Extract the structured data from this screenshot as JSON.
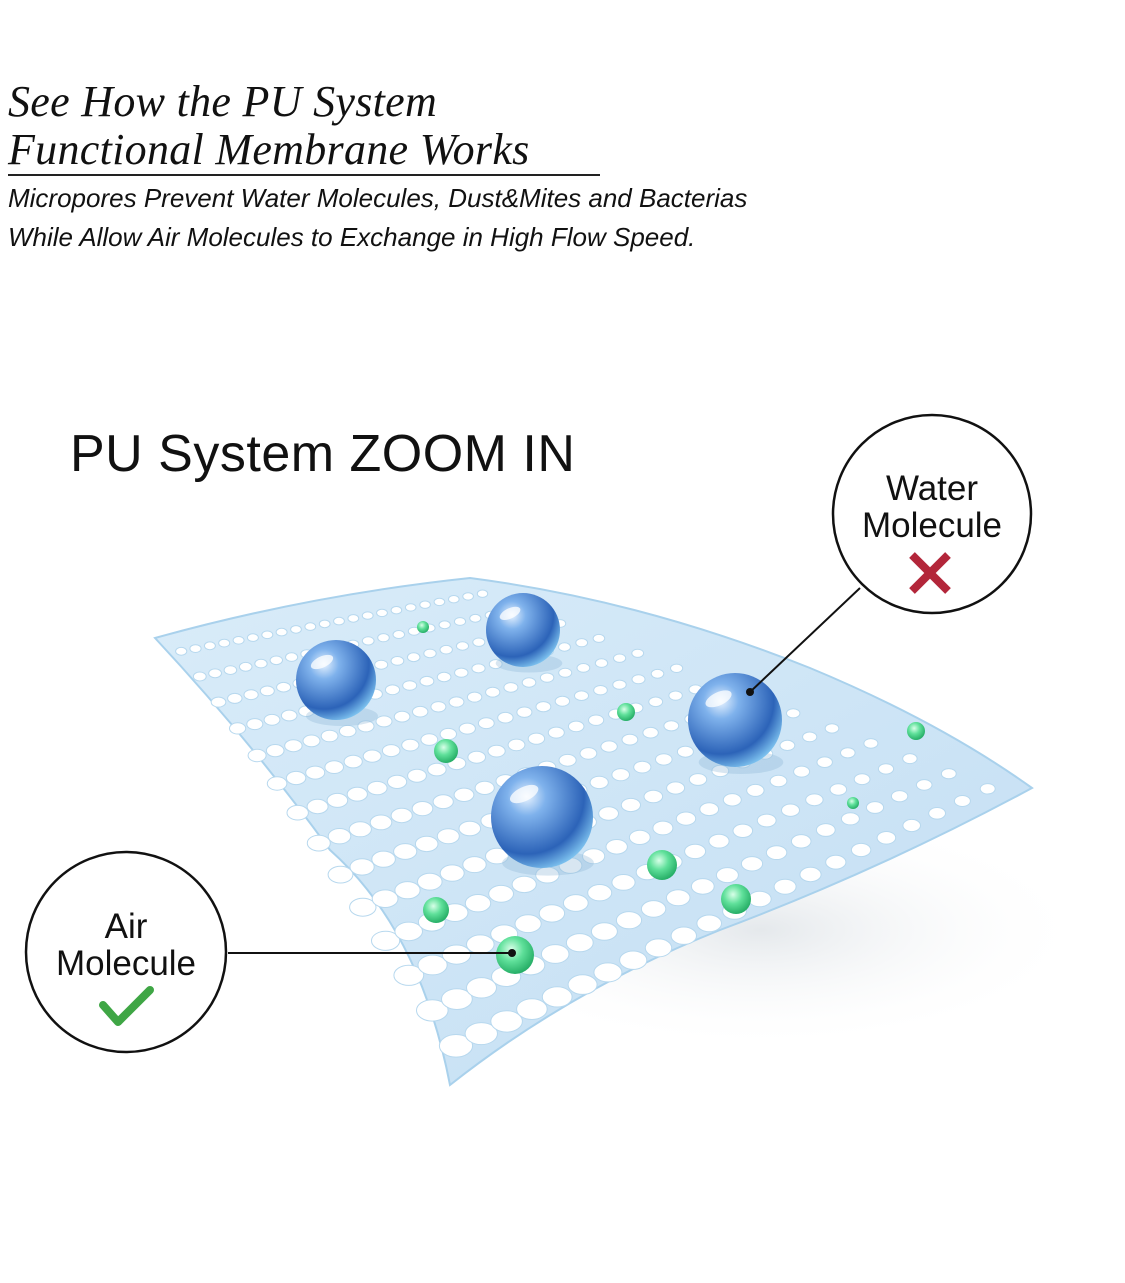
{
  "header": {
    "title_line1": "See How the PU System",
    "title_line2": "Functional Membrane Works",
    "subtitle_line1": "Micropores Prevent Water Molecules, Dust&Mites and Bacterias",
    "subtitle_line2": "While Allow Air Molecules to Exchange in High Flow Speed."
  },
  "zoom_heading": "PU System ZOOM IN",
  "callouts": {
    "water": {
      "line1": "Water",
      "line2": "Molecule",
      "status": "blocked",
      "mark_icon": "cross-icon",
      "mark_color": "#b3263a"
    },
    "air": {
      "line1": "Air",
      "line2": "Molecule",
      "status": "allowed",
      "mark_icon": "check-icon",
      "mark_color": "#3fa645"
    }
  },
  "colors": {
    "membrane": "#cfe6f6",
    "membrane_edge": "#9ccbe8",
    "water_molecule": "#3f7fd0",
    "air_molecule": "#3fcf7a"
  }
}
